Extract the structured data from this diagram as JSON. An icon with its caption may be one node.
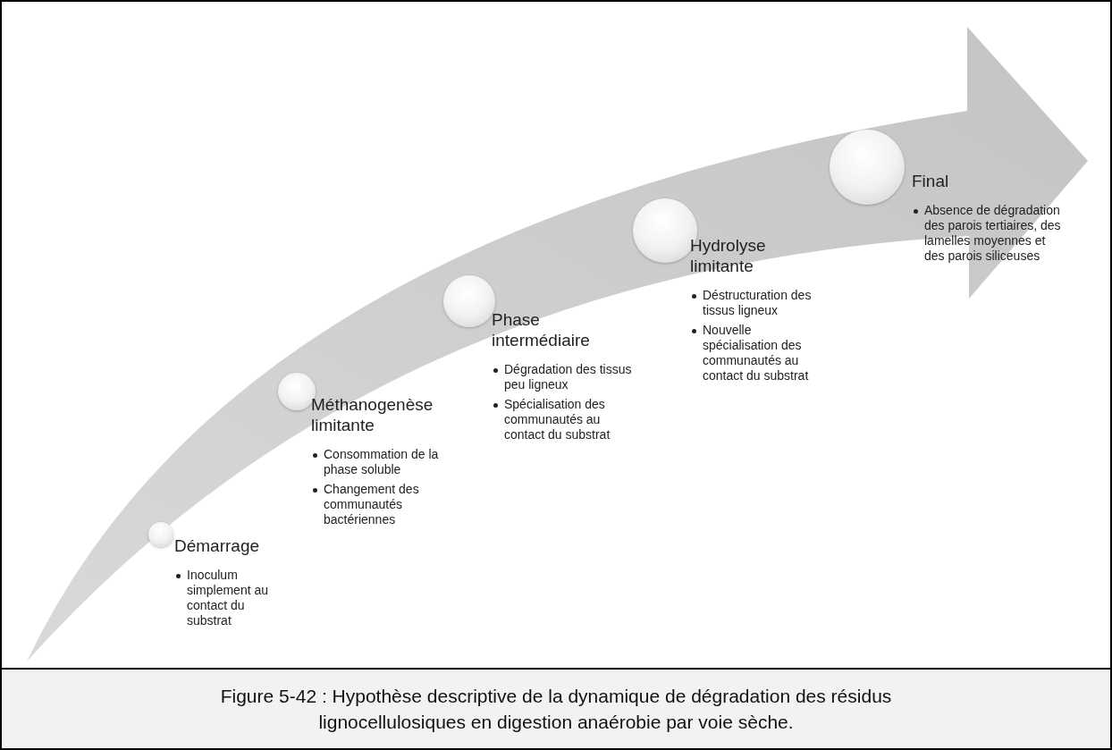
{
  "diagram": {
    "caption": "Figure 5-42 : Hypothèse descriptive de la dynamique de dégradation des résidus lignocellulosiques en digestion anaérobie par voie sèche.",
    "nodes": [
      {
        "text": [
          "Démarrage",
          "Inoculum simplement au contact du substrat"
        ]
      },
      {
        "text": [
          "Méthanogenèse limitante",
          "Consommation de la phase soluble",
          "Changement des communautés bactériennes"
        ]
      },
      {
        "text": [
          "Phase intermédiaire",
          "Dégradation des tissus peu ligneux",
          "Spécialisation des communautés au contact du substrat"
        ]
      },
      {
        "text": [
          "Hydrolyse limitante",
          "Déstructuration des tissus ligneux",
          "Nouvelle spécialisation des communautés au contact du substrat"
        ]
      },
      {
        "text": [
          "Final",
          "Absence de dégradation des parois tertiaires, des lamelles moyennes et des parois siliceuses"
        ]
      }
    ]
  }
}
